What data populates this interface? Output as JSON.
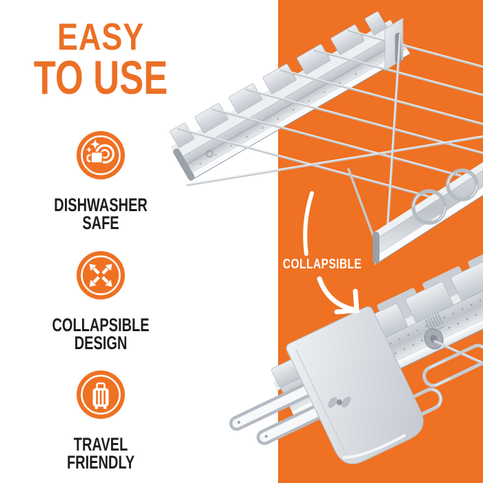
{
  "title": {
    "line1": "EASY",
    "line2": "TO USE"
  },
  "features": [
    {
      "icon": "dishwasher-safe-icon",
      "lines": [
        "DISHWASHER",
        "SAFE"
      ]
    },
    {
      "icon": "expand-arrows-icon",
      "lines": [
        "COLLAPSIBLE",
        "DESIGN"
      ]
    },
    {
      "icon": "suitcase-icon",
      "lines": [
        "TRAVEL",
        "FRIENDLY"
      ]
    }
  ],
  "annotation": {
    "label": "COLLAPSIBLE"
  },
  "products": {
    "top": "assembled skewer rack with six skewers and ring handles",
    "bottom": "collapsed flat skewer rack with folded wire legs"
  },
  "colors": {
    "accent_orange": "#EF7123",
    "title_orange": "#EB7026",
    "background_white": "#FFFFFF",
    "text_black": "#1D1D1B",
    "metal_silver": "#C9CED4"
  }
}
